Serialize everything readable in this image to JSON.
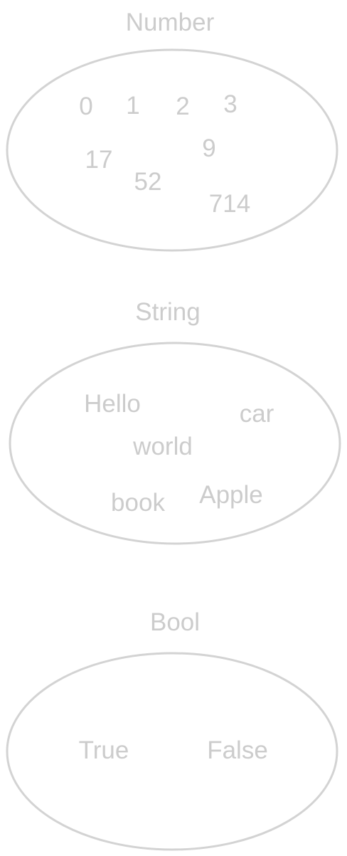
{
  "colors": {
    "stroke": "#d3d3d3",
    "text": "#cccccc",
    "background": "#ffffff"
  },
  "sets": [
    {
      "id": "number",
      "title": "Number",
      "members": [
        "0",
        "1",
        "2",
        "3",
        "17",
        "9",
        "52",
        "714"
      ]
    },
    {
      "id": "string",
      "title": "String",
      "members": [
        "Hello",
        "car",
        "world",
        "book",
        "Apple"
      ]
    },
    {
      "id": "bool",
      "title": "Bool",
      "members": [
        "True",
        "False"
      ]
    }
  ]
}
